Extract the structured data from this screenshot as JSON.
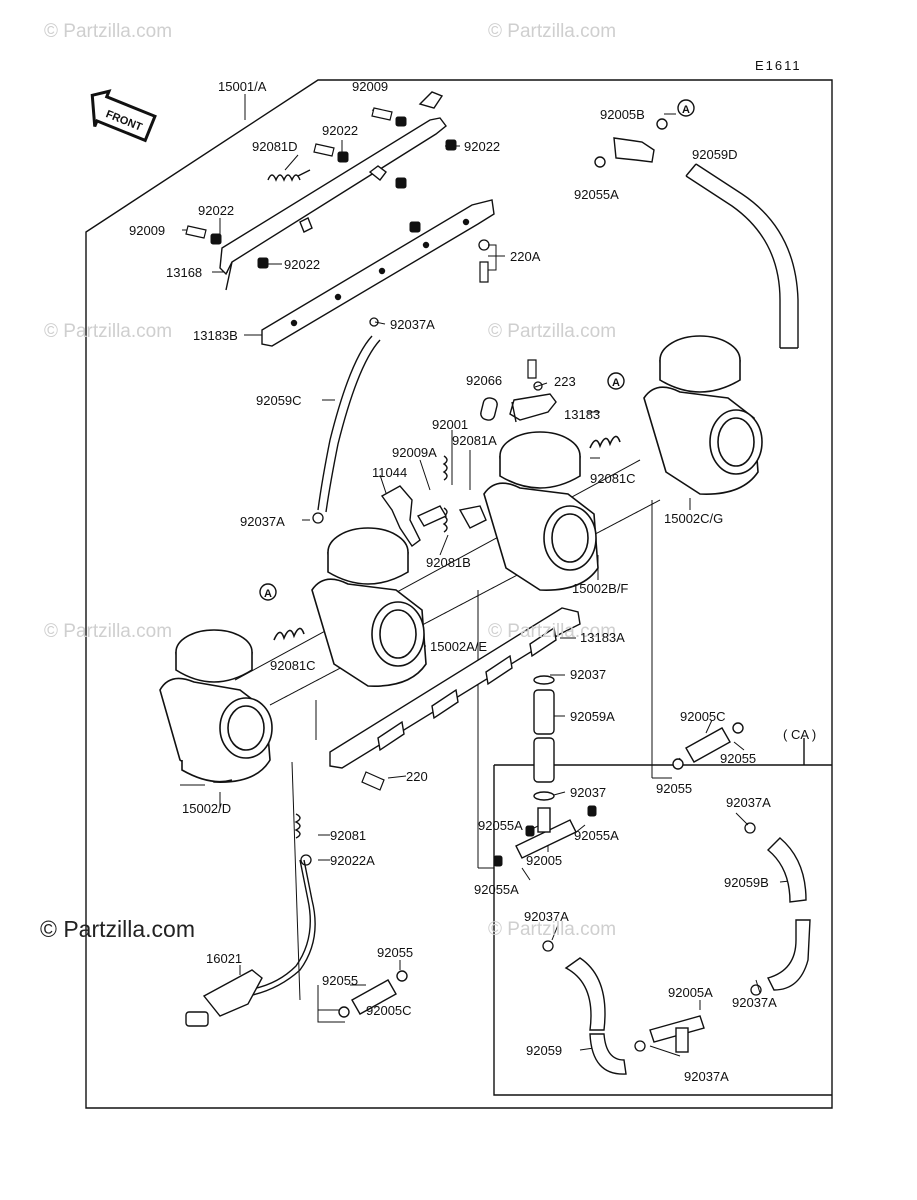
{
  "diagram": {
    "code": "E1611",
    "front_label": "FRONT",
    "watermark": "© Partzilla.com",
    "watermark_strong": "© Partzilla.com",
    "ca_label": "( CA )",
    "callout": "A"
  },
  "labels": {
    "p15001A": "15001/A",
    "p92009a": "92009",
    "p92022a": "92022",
    "p92081D": "92081D",
    "p92022b": "92022",
    "p92022c": "92022",
    "p92009b": "92009",
    "p13168": "13168",
    "p92022d": "92022",
    "p13183B": "13183B",
    "p92037Aa": "92037A",
    "p220A": "220A",
    "p92005B": "92005B",
    "p92059D": "92059D",
    "p92055Aa": "92055A",
    "p92059C": "92059C",
    "p92066": "92066",
    "p223": "223",
    "p13183": "13183",
    "p92001": "92001",
    "p92081A": "92081A",
    "p92009A": "92009A",
    "p11044": "11044",
    "p92081Ca": "92081C",
    "p92037Ab": "92037A",
    "p92081B": "92081B",
    "p15002CG": "15002C/G",
    "p15002BF": "15002B/F",
    "p92081Cb": "92081C",
    "p15002AE": "15002A/E",
    "p13183A": "13183A",
    "p92037a": "92037",
    "p92059A": "92059A",
    "p92005C": "92005C",
    "p92055a": "92055",
    "p92055b": "92055",
    "p15002D": "15002/D",
    "p220": "220",
    "p92037b": "92037",
    "p92055Ab": "92055A",
    "p92055Ac": "92055A",
    "p92005": "92005",
    "p92055Ad": "92055A",
    "p92081": "92081",
    "p92022A": "92022A",
    "p92037Ac": "92037A",
    "p92059B": "92059B",
    "p92037Ad": "92037A",
    "p16021": "16021",
    "p92055c": "92055",
    "p92055d": "92055",
    "p92005Cb": "92005C",
    "p92005A": "92005A",
    "p92037Ae": "92037A",
    "p92059": "92059",
    "p92037Af": "92037A"
  }
}
